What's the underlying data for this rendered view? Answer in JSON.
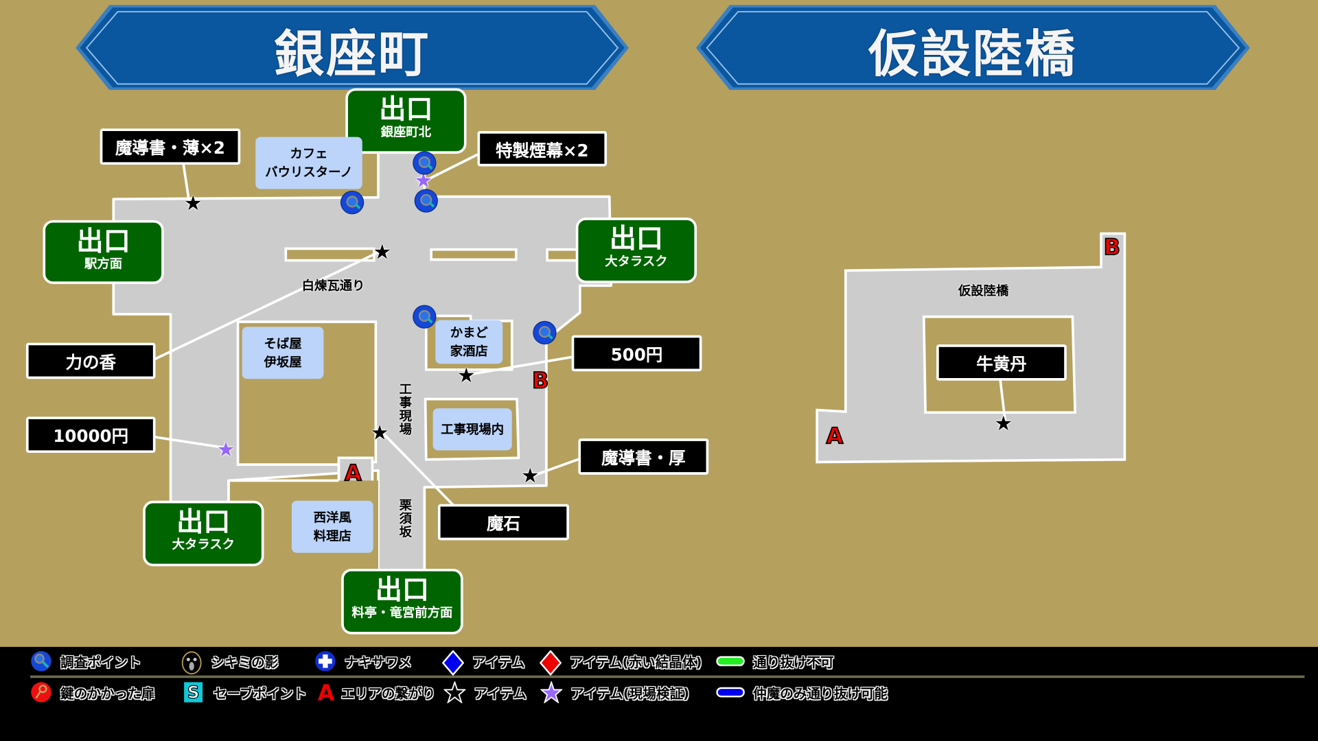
{
  "banners": [
    {
      "title": "銀座町",
      "color": "#0a57a0"
    },
    {
      "title": "仮設陸橋",
      "color": "#0a57a0"
    }
  ],
  "colors": {
    "background": "#b5a05e",
    "walkable": "#cccccc",
    "exit_green": "#006400",
    "shop_blue": "#bcd4fa",
    "legend_bg": "#000000",
    "area_letter": "#ff0000",
    "purple_star": "#9966ff",
    "impassable_green": "#22ee22",
    "demon_only_blue": "#0000ee"
  },
  "ginza": {
    "exits": [
      {
        "title": "出口",
        "subtitle": "銀座町北"
      },
      {
        "title": "出口",
        "subtitle": "駅方面"
      },
      {
        "title": "出口",
        "subtitle": "大タラスク"
      },
      {
        "title": "出口",
        "subtitle": "大タラスク"
      },
      {
        "title": "出口",
        "subtitle": "料亭・竜宮前方面"
      }
    ],
    "item_labels": [
      {
        "text": "魔導書・薄×2",
        "marker": "star"
      },
      {
        "text": "特製煙幕×2",
        "marker": "purple-star"
      },
      {
        "text": "力の香",
        "marker": "star"
      },
      {
        "text": "10000円",
        "marker": "purple-star"
      },
      {
        "text": "500円",
        "marker": "star"
      },
      {
        "text": "魔導書・厚",
        "marker": "star"
      },
      {
        "text": "魔石",
        "marker": "star"
      }
    ],
    "shops": [
      {
        "name": "カフェ\nバウリスターノ"
      },
      {
        "name": "そば屋\n伊坂屋"
      },
      {
        "name": "かまど\n家酒店"
      },
      {
        "name": "工事現場内"
      },
      {
        "name": "西洋風\n料理店"
      }
    ],
    "roads": [
      {
        "name": "白煉瓦通り"
      },
      {
        "name": "工事現場"
      },
      {
        "name": "栗須坂"
      }
    ],
    "area_links": [
      "A",
      "B"
    ]
  },
  "bridge": {
    "area_name": "仮設陸橋",
    "item_labels": [
      {
        "text": "牛黄丹",
        "marker": "star"
      }
    ],
    "area_links": [
      "A",
      "B"
    ]
  },
  "legend": {
    "row1": [
      {
        "icon": "investigate-point-icon",
        "label": "調査ポイント"
      },
      {
        "icon": "shikimi-shadow-icon",
        "label": "シキミの影"
      },
      {
        "icon": "nakisawame-cross-icon",
        "label": "ナキサワメ"
      },
      {
        "icon": "blue-diamond-icon",
        "label": "アイテム"
      },
      {
        "icon": "red-diamond-icon",
        "label": "アイテム(赤い結晶体)"
      },
      {
        "icon": "green-bar-icon",
        "label": "通り抜け不可"
      }
    ],
    "row2": [
      {
        "icon": "locked-door-key-icon",
        "label": "鍵のかかった扉"
      },
      {
        "icon": "save-point-s-icon",
        "label": "セーブポイント"
      },
      {
        "icon": "area-link-a-icon",
        "label": "エリアの繋がり"
      },
      {
        "icon": "black-star-icon",
        "label": "アイテム"
      },
      {
        "icon": "purple-star-icon",
        "label": "アイテム(現場検証)"
      },
      {
        "icon": "blue-bar-icon",
        "label": "仲魔のみ通り抜け可能"
      }
    ]
  }
}
